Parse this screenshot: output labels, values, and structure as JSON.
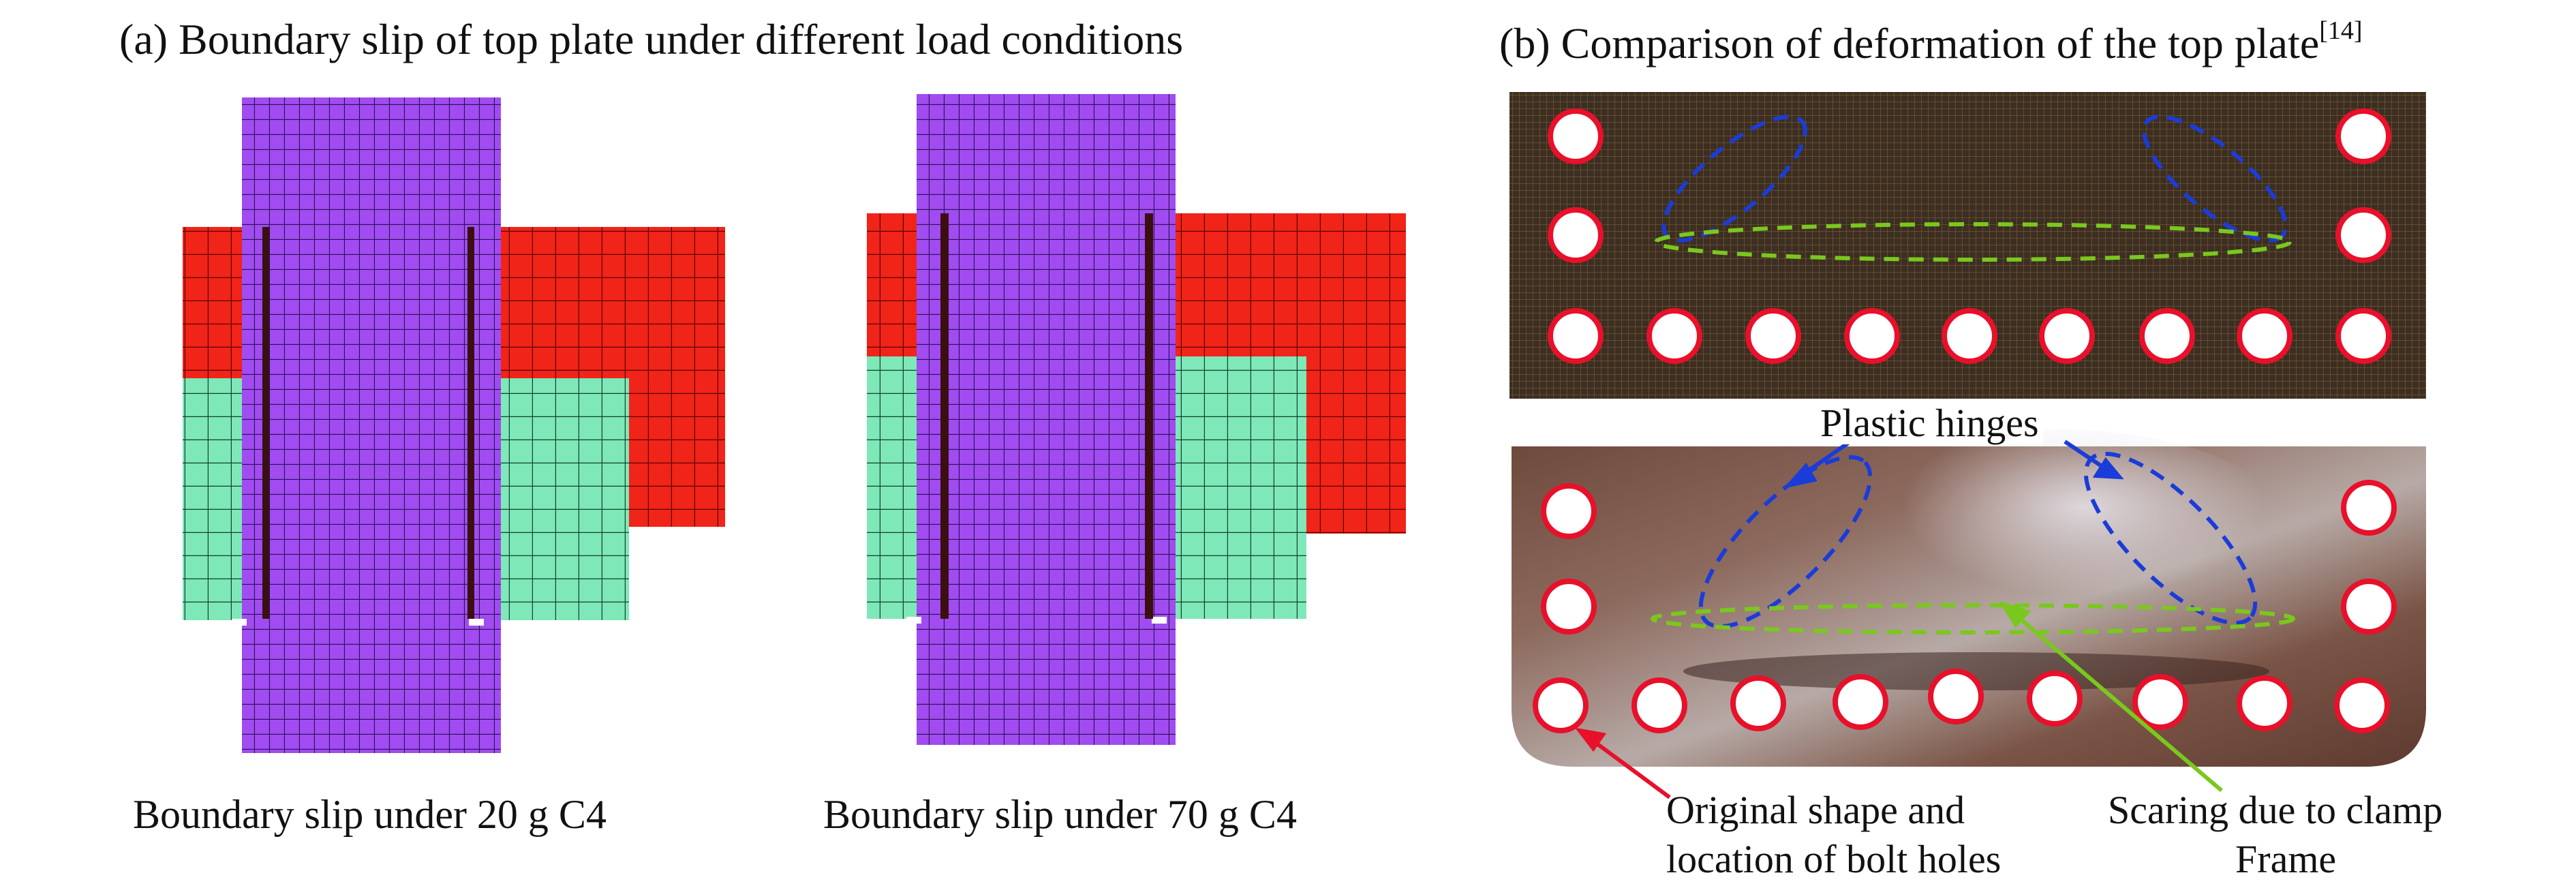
{
  "panel_a": {
    "title": "(a) Boundary slip of top plate under different load conditions",
    "caption_left": "Boundary slip under 20 g C4",
    "caption_right": "Boundary slip under 70 g C4"
  },
  "panel_b": {
    "title": "(b) Comparison of deformation of the top plate",
    "title_ref": "[14]",
    "label_hinges": "Plastic hinges",
    "label_holes_line1": "Original shape and",
    "label_holes_line2": "location of bolt holes",
    "label_scar_line1": "Scaring due to clamp",
    "label_scar_line2": "Frame"
  },
  "colors": {
    "purple_plate": "#a04cf0",
    "red_clamp": "#f02418",
    "green_block": "#7ee8b8",
    "mesh_bg": "#3c2e22",
    "hinge_blue": "#1a3cd8",
    "scar_green": "#7ac81e",
    "hole_red": "#e8102a"
  }
}
